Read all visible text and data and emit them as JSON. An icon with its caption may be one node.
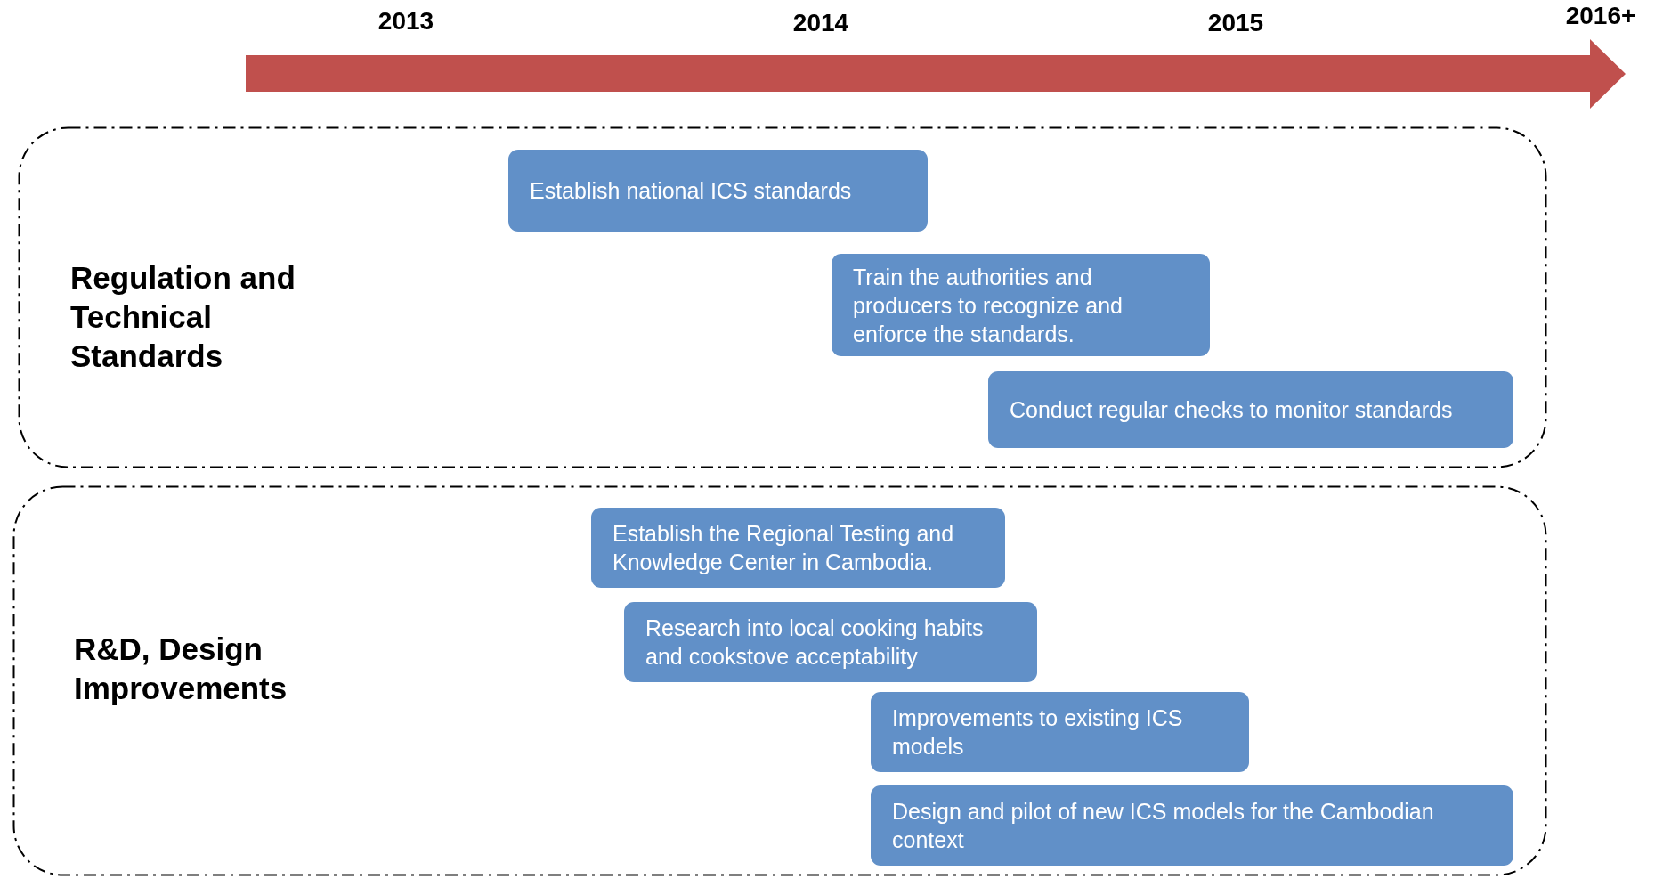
{
  "diagram": {
    "nodes": [
      {
        "text": [
          "Regulation and Technical Standards"
        ]
      },
      {
        "text": [
          "Establish national ICS standards"
        ],
        "in": 0
      },
      {
        "text": [
          "Train the authorities and producers to recognize and enforce the standards."
        ],
        "in": 0
      },
      {
        "text": [
          "Conduct regular checks to monitor standards"
        ],
        "in": 0
      },
      {
        "text": [
          "R&D, Design Improvements"
        ]
      },
      {
        "text": [
          "Establish the Regional Testing and Knowledge Center in Cambodia."
        ],
        "in": 4
      },
      {
        "text": [
          "Research into local cooking habits and cookstove acceptability"
        ],
        "in": 4
      },
      {
        "text": [
          "Improvements to existing ICS models"
        ],
        "in": 4
      },
      {
        "text": [
          "Design and pilot of new ICS models for the Cambodian context"
        ],
        "in": 4
      }
    ],
    "labels": [
      "2013",
      "2014",
      "2015",
      "2016+"
    ]
  }
}
